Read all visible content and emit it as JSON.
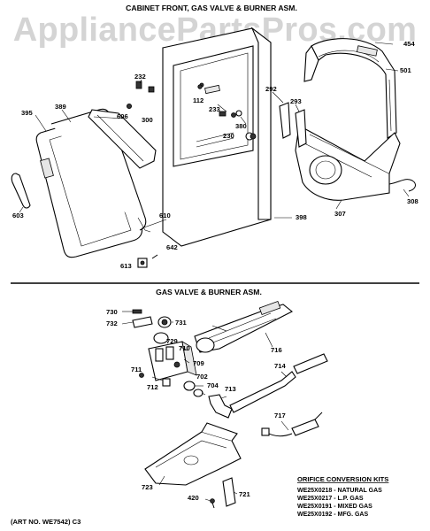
{
  "watermark": "AppliancePartsPros.com",
  "sections": {
    "top_title": "CABINET FRONT, GAS VALVE & BURNER ASM.",
    "bottom_title": "GAS VALVE & BURNER ASM."
  },
  "callouts": {
    "p454": "454",
    "p501": "501",
    "p232": "232",
    "p112": "112",
    "p233": "233",
    "p380": "380",
    "p230": "230",
    "p292": "292",
    "p293": "293",
    "p389": "389",
    "p395": "395",
    "p606": "606",
    "p300": "300",
    "p603": "603",
    "p610": "610",
    "p642": "642",
    "p613": "613",
    "p398": "398",
    "p307": "307",
    "p308": "308",
    "p730": "730",
    "p732": "732",
    "p731": "731",
    "p729": "729",
    "p710": "710",
    "p716": "716",
    "p709": "709",
    "p711": "711",
    "p712": "712",
    "p702": "702",
    "p704": "704",
    "p713": "713",
    "p714": "714",
    "p717": "717",
    "p723": "723",
    "p420": "420",
    "p721": "721"
  },
  "orifice_kits": {
    "title": "ORIFICE CONVERSION KITS",
    "rows": [
      "WE25X0218 - NATURAL GAS",
      "WE25X0217 - L.P. GAS",
      "WE25X0191 - MIXED GAS",
      "WE25X0192 - MFG. GAS"
    ]
  },
  "art_number": "(ART NO. WE7542) C3"
}
